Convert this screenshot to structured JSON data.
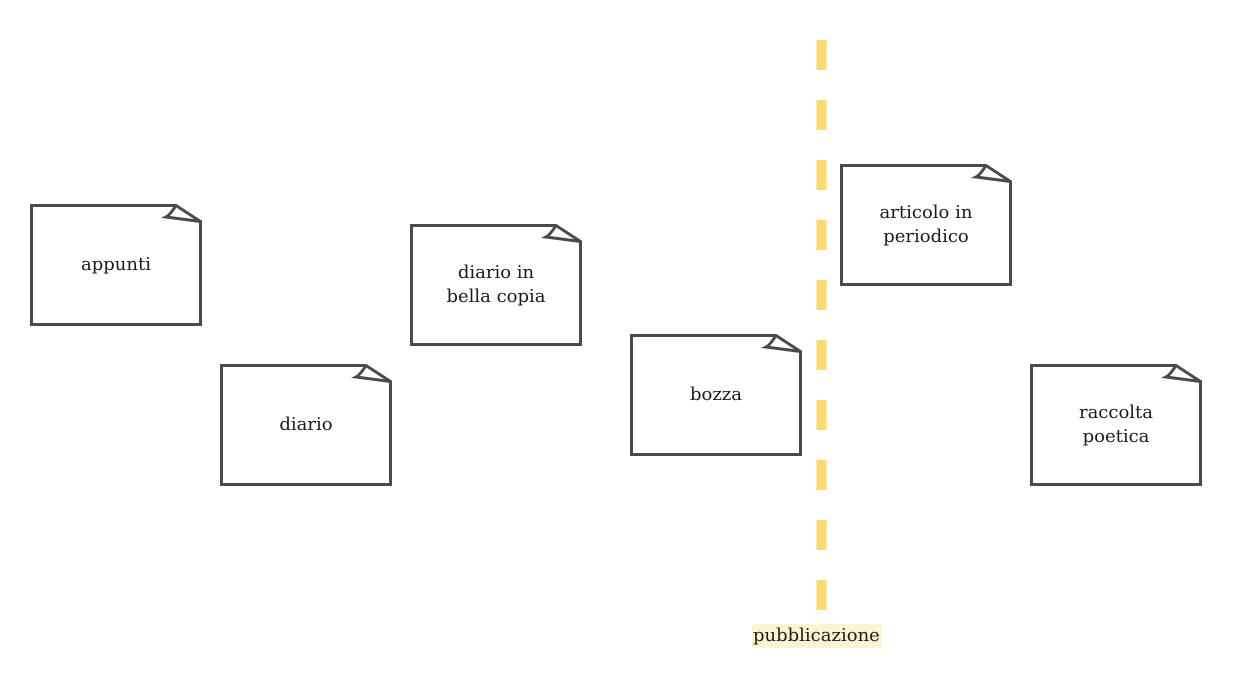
{
  "diagram": {
    "notes": [
      {
        "id": "appunti",
        "label": "appunti"
      },
      {
        "id": "diario",
        "label": "diario"
      },
      {
        "id": "diario-bella-copia",
        "label": "diario in\nbella copia"
      },
      {
        "id": "bozza",
        "label": "bozza"
      },
      {
        "id": "articolo-periodico",
        "label": "articolo in\nperiodico"
      },
      {
        "id": "raccolta-poetica",
        "label": "raccolta\npoetica"
      }
    ],
    "milestone": {
      "label": "pubblicazione",
      "color": "#fbd96a",
      "label_background": "#fdf3cf"
    },
    "note_border_color": "#4a4a4a"
  }
}
